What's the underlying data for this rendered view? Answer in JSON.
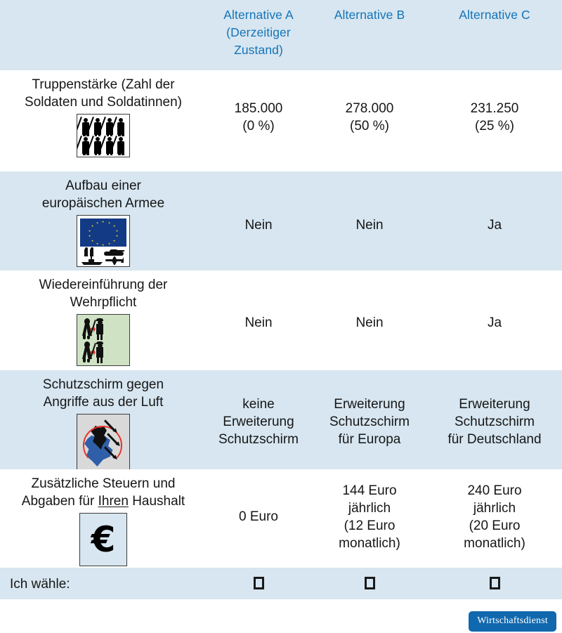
{
  "table": {
    "header": {
      "label_col": "",
      "columns": [
        "Alternative A\n(Derzeitiger\nZustand)",
        "Alternative B",
        "Alternative C"
      ]
    },
    "rows": [
      {
        "label": "Truppenstärke (Zahl der\nSoldaten und Soldatinnen)",
        "icon": "soldiers-icon",
        "values": [
          "185.000\n(0 %)",
          "278.000\n(50 %)",
          "231.250\n(25 %)"
        ]
      },
      {
        "label": "Aufbau einer\neuropäischen Armee",
        "icon": "eu-army-icon",
        "values": [
          "Nein",
          "Nein",
          "Ja"
        ]
      },
      {
        "label": "Wiedereinführung der\nWehrpflicht",
        "icon": "conscription-icon",
        "values": [
          "Nein",
          "Nein",
          "Ja"
        ]
      },
      {
        "label": "Schutzschirm gegen\nAngriffe aus der Luft",
        "icon": "air-defence-shield-icon",
        "values": [
          "keine\nErweiterung\nSchutzschirm",
          "Erweiterung\nSchutzschirm\nfür Europa",
          "Erweiterung\nSchutzschirm\nfür Deutschland"
        ]
      },
      {
        "label_pre": "Zusätzliche Steuern und\nAbgaben für ",
        "label_underline": "Ihren",
        "label_post": " Haushalt",
        "icon": "euro-icon",
        "icon_glyph": "€",
        "values": [
          "0 Euro",
          "144 Euro\njährlich\n(12 Euro\nmonatlich)",
          "240 Euro\njährlich\n(20 Euro\nmonatlich)"
        ]
      }
    ],
    "choice_row": {
      "label": "Ich wähle:",
      "checkbox_icon": "checkbox-empty-icon",
      "checkboxes": [
        "",
        "",
        ""
      ]
    }
  },
  "footer": {
    "badge_label": "Wirtschaftsdienst"
  },
  "colors": {
    "band_shade": "#d7e6f0",
    "band_plain": "#ffffff",
    "header_text": "#1474b8",
    "badge_bg": "#1068ae",
    "body_text": "#161616"
  }
}
